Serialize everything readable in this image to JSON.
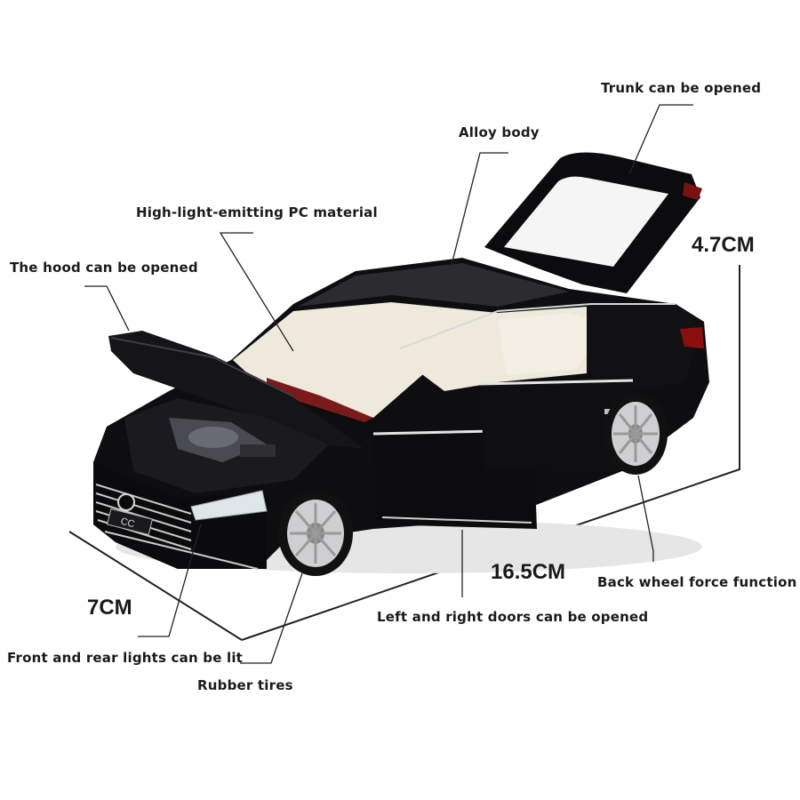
{
  "labels": {
    "trunk": "Trunk can be opened",
    "alloy": "Alloy body",
    "pc_material": "High-light-emitting PC material",
    "hood": "The hood can be opened",
    "back_wheel": "Back wheel force function",
    "doors": "Left and right doors can be opened",
    "lights": "Front and rear lights can be lit",
    "tires": "Rubber tires"
  },
  "dimensions": {
    "height": "4.7CM",
    "length": "16.5CM",
    "width": "7CM"
  },
  "car": {
    "badge": "CC",
    "body_color": "#0e0e10",
    "interior_color": "#efe9dc"
  }
}
